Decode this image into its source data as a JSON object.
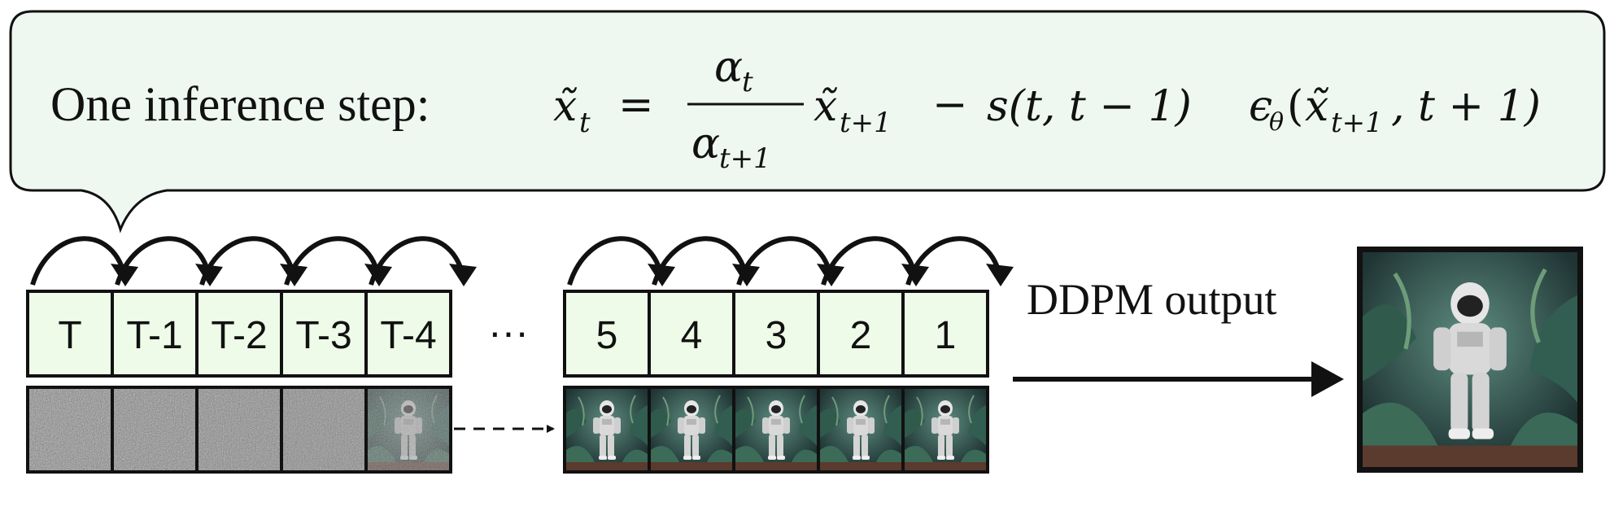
{
  "bubble": {
    "label": "One inference step:",
    "equation": {
      "lhs_base": "x̃",
      "lhs_sub": "t",
      "equals": "=",
      "frac_num_base": "α",
      "frac_num_sub": "t",
      "frac_den_base": "α",
      "frac_den_sub": "t+1",
      "term2_base": "x̃",
      "term2_sub": "t+1",
      "minus": "−",
      "s_func": "s(t, t − 1)",
      "eps_base": "ϵ",
      "eps_sub": "θ",
      "args_open": "(",
      "arg_base": "x̃",
      "arg_sub": "t+1",
      "arg_rest": ", t + 1)"
    }
  },
  "left_steps": [
    "T",
    "T-1",
    "T-2",
    "T-3",
    "T-4"
  ],
  "ellipsis": "···",
  "right_steps": [
    "5",
    "4",
    "3",
    "2",
    "1"
  ],
  "output_label": "DDPM output",
  "colors": {
    "cell_fill": "#eefbe8",
    "bubble_fill": "#eef8f1",
    "stroke": "#111111",
    "noise_gray": "#8a8a8a",
    "image_dark": "#2c4a4a"
  },
  "left_noise_levels": [
    1.0,
    0.95,
    0.9,
    0.85,
    0.6
  ]
}
